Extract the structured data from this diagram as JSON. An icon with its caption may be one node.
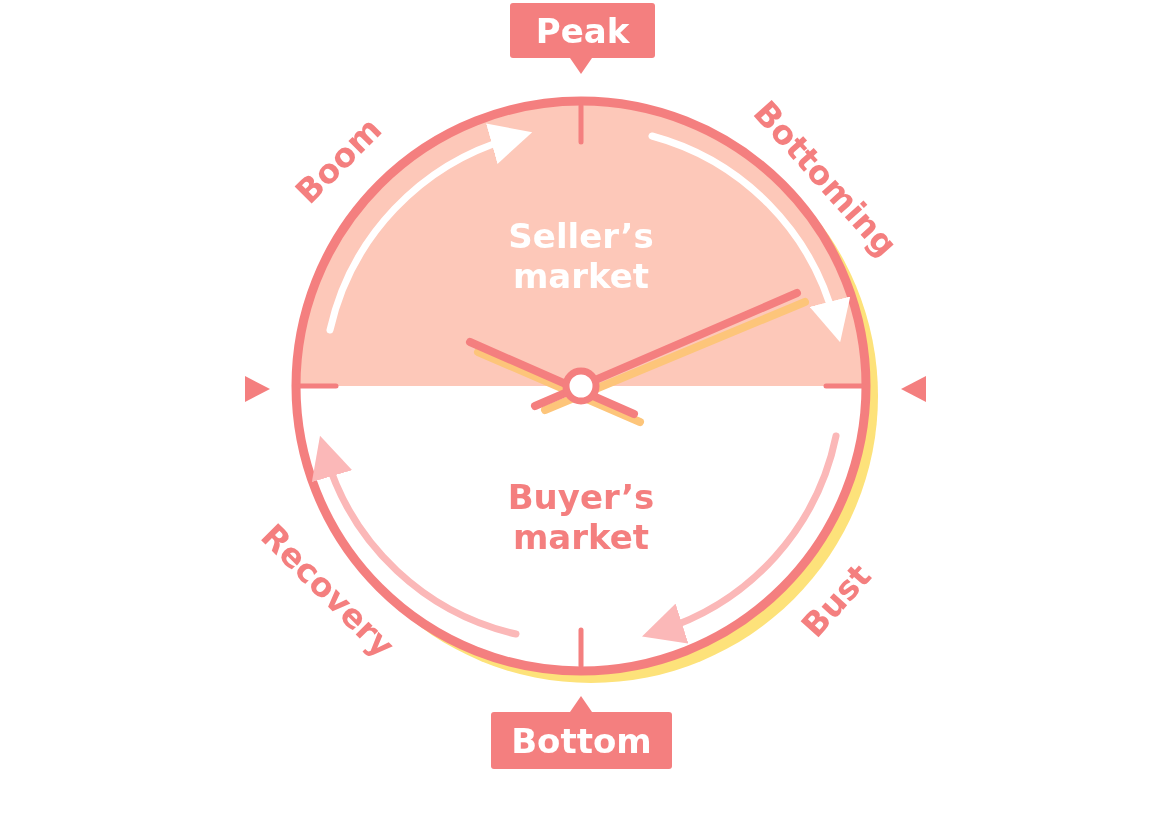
{
  "diagram": {
    "nodes": [
      {
        "text": [
          "Peak"
        ]
      },
      {
        "text": [
          "Bottom"
        ]
      }
    ],
    "edges": [],
    "labels": [
      "Boom",
      "Bottoming",
      "Seller’s market",
      "Buyer’s market",
      "Recovery",
      "Bust"
    ]
  }
}
